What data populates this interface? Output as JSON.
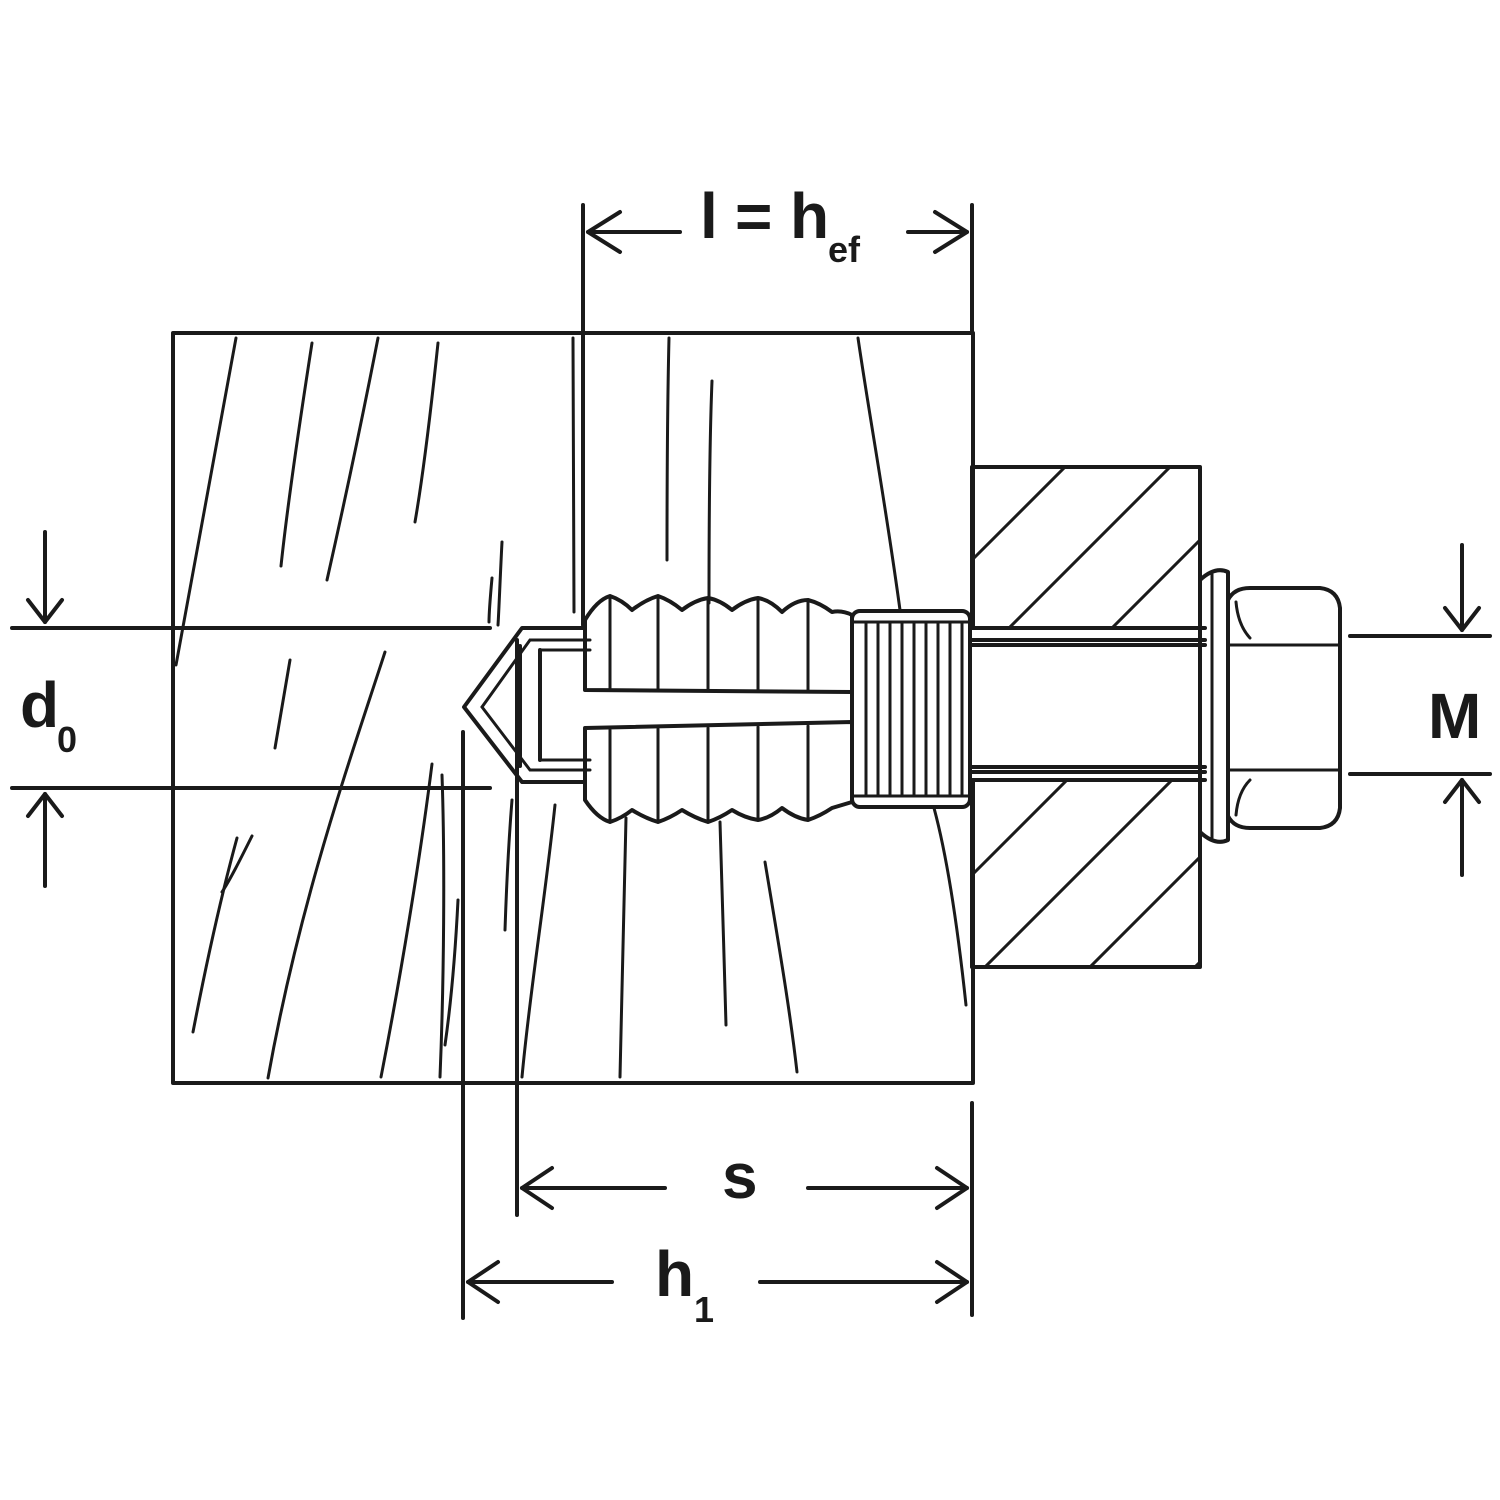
{
  "labels": {
    "l": "l",
    "eq": "=",
    "h_ef": "h",
    "h_ef_sub": "ef",
    "d0": "d",
    "d0_sub": "0",
    "M": "M",
    "s": "s",
    "h1": "h",
    "h1_sub": "1"
  }
}
